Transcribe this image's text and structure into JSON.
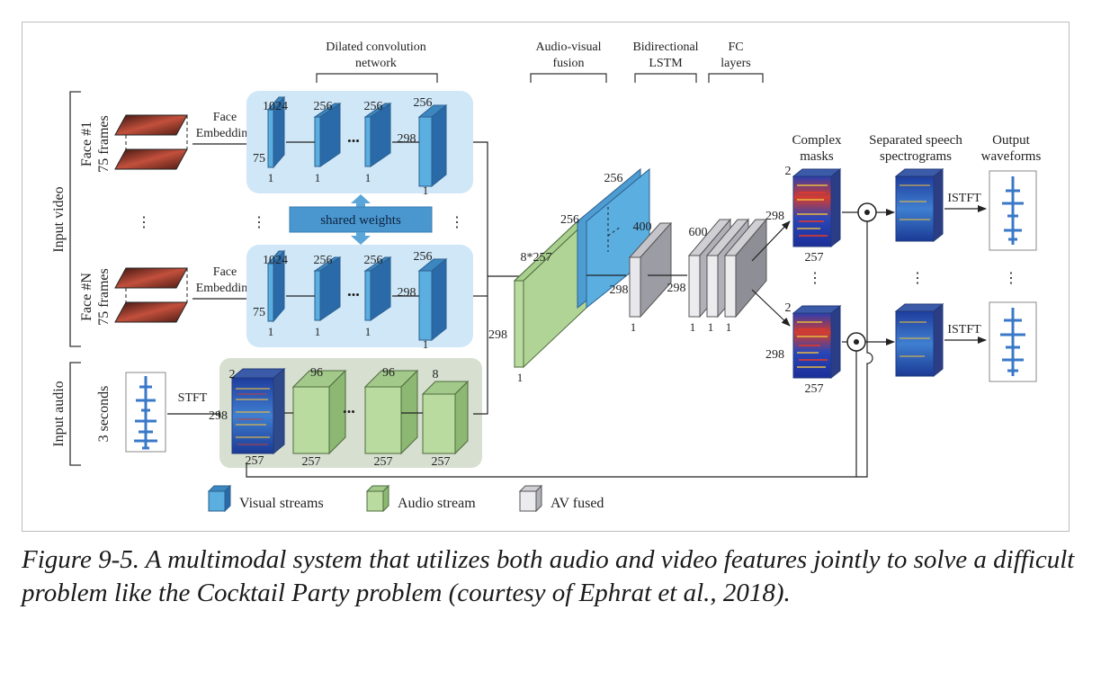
{
  "caption": "Figure 9-5. A multimodal system that utilizes both audio and video features jointly to solve a difficult problem like the Cocktail Party problem (courtesy of Ephrat et al., 2018).",
  "colors": {
    "visual": "#5aaee0",
    "audio": "#b9dba0",
    "fused": "#d8d8dc",
    "visual_panel": "#cfe7f7",
    "audio_panel": "#d7dfd0"
  },
  "headers": {
    "dilated_line1": "Dilated convolution",
    "dilated_line2": "network",
    "fusion_line1": "Audio-visual",
    "fusion_line2": "fusion",
    "lstm_line1": "Bidirectional",
    "lstm_line2": "LSTM",
    "fc_line1": "FC",
    "fc_line2": "layers",
    "masks_line1": "Complex",
    "masks_line2": "masks",
    "spec_line1": "Separated speech",
    "spec_line2": "spectrograms",
    "wave_line1": "Output",
    "wave_line2": "waveforms"
  },
  "side_labels": {
    "input_video": "Input video",
    "input_audio": "Input audio"
  },
  "faces": [
    {
      "line1": "Face #1",
      "line2": "75 frames"
    },
    {
      "line1": "Face #N",
      "line2": "75 frames"
    }
  ],
  "audio_input": {
    "label": "3 seconds"
  },
  "arrow_labels": {
    "face_line1": "Face",
    "face_line2": "Embedding",
    "stft": "STFT",
    "istft": "ISTFT"
  },
  "shared_weights": "shared weights",
  "dims": {
    "vis_1024": "1024",
    "vis_256": "256",
    "vis_298": "298",
    "vis_75": "75",
    "vis_1": "1",
    "aud_2": "2",
    "aud_96": "96",
    "aud_8": "8",
    "aud_298": "298",
    "aud_257": "257",
    "fus_8x257": "8*257",
    "fus_256": "256",
    "fus_298": "298",
    "fus_1": "1",
    "lstm_400": "400",
    "lstm_298": "298",
    "lstm_1": "1",
    "fc_600": "600",
    "fc_1": "1",
    "mask_2": "2",
    "mask_298": "298",
    "mask_257": "257"
  },
  "dots": {
    "h": "•••",
    "v": "⋮"
  },
  "legend": {
    "visual": "Visual streams",
    "audio": "Audio stream",
    "fused": "AV fused"
  }
}
